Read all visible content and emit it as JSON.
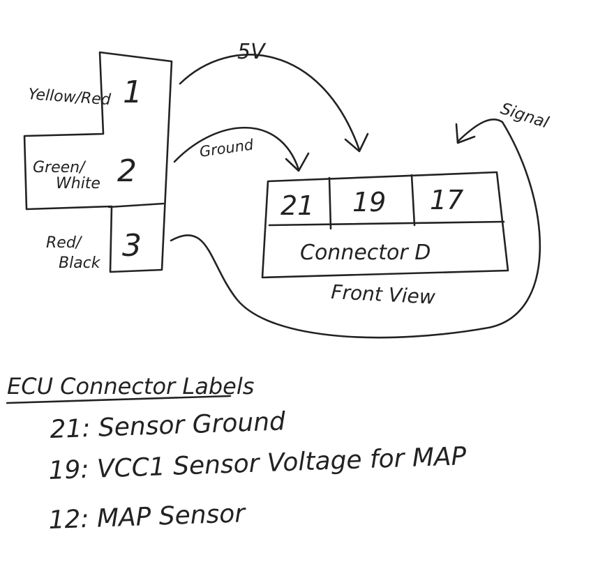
{
  "sensor_connector": {
    "pins": [
      {
        "number": "1",
        "wire_color": "Yellow/Red"
      },
      {
        "number": "2",
        "wire_color_line1": "Green/",
        "wire_color_line2": "White"
      },
      {
        "number": "3",
        "wire_color_line1": "Red/",
        "wire_color_line2": "Black"
      }
    ]
  },
  "wire_labels": {
    "five_volt": "5V",
    "ground": "Ground",
    "signal": "Signal"
  },
  "ecu_connector": {
    "pins": [
      "21",
      "19",
      "17"
    ],
    "name": "Connector D",
    "view_label": "Front View"
  },
  "legend": {
    "title": "ECU Connector Labels",
    "items": [
      "21: Sensor Ground",
      "19: VCC1 Sensor Voltage for MAP",
      "12: MAP Sensor"
    ]
  }
}
